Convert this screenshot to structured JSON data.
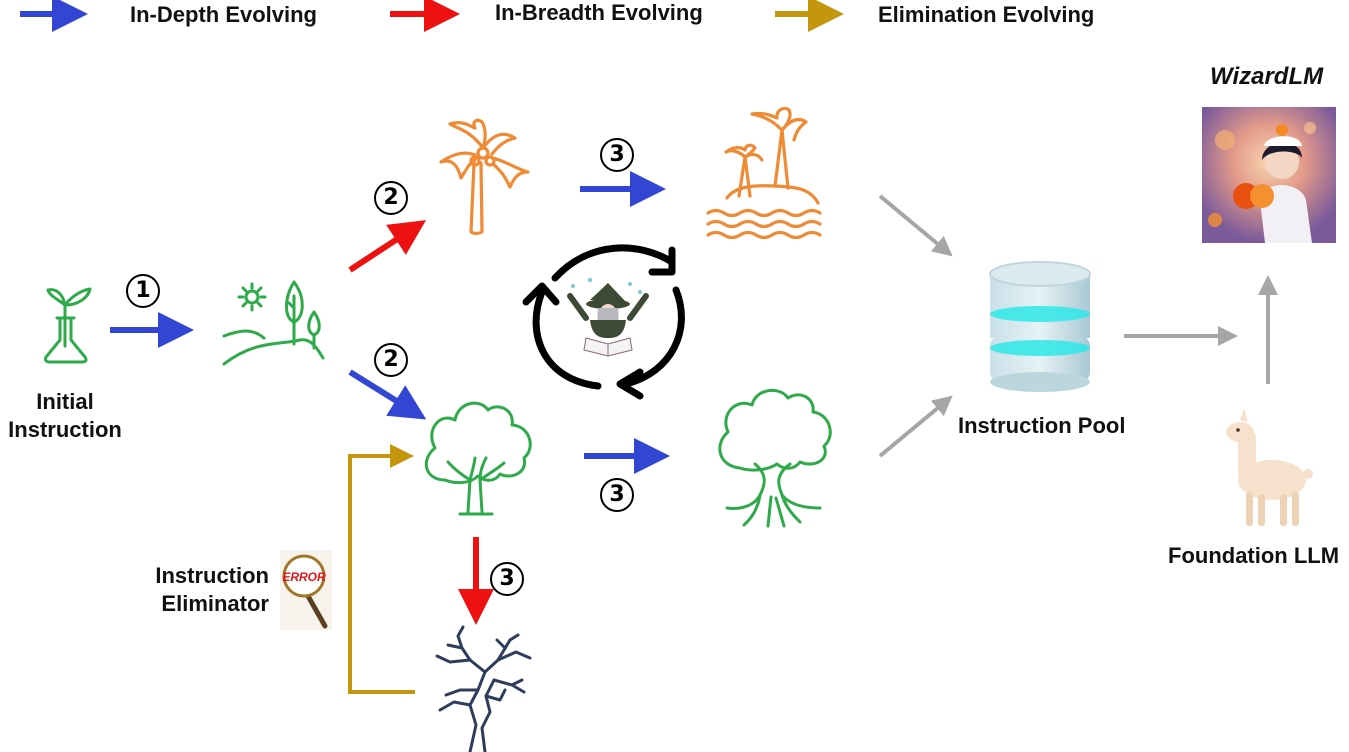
{
  "legend": [
    {
      "label": "In-Depth Evolving",
      "color": "#3346d3"
    },
    {
      "label": "In-Breadth Evolving",
      "color": "#ee1111"
    },
    {
      "label": "Elimination Evolving",
      "color": "#c4960e"
    }
  ],
  "colors": {
    "in_depth": "#3346d3",
    "in_breadth": "#ee1111",
    "elimination": "#c4960e",
    "flow": "#a6a6a6",
    "green_icon": "#2eaa4a",
    "orange_icon": "#ef8a35",
    "dead_tree": "#2e3d5c",
    "cycle": "#000000"
  },
  "nodes": {
    "initial_instruction": {
      "label_line1": "Initial",
      "label_line2": "Instruction",
      "icon": "plant-flask-icon"
    },
    "first_evolution": {
      "icon": "sun-landscape-icon"
    },
    "breadth_node": {
      "icon": "palm-tree-icon"
    },
    "depth_node": {
      "icon": "tree-icon"
    },
    "breadth_depth_node": {
      "icon": "island-icon"
    },
    "depth_depth_node": {
      "icon": "rooted-tree-icon"
    },
    "eliminated_node": {
      "icon": "dead-tree-icon"
    },
    "evolver": {
      "icon": "wizard-cycle-icon"
    },
    "instruction_eliminator": {
      "label_line1": "Instruction",
      "label_line2": "Eliminator",
      "icon": "magnifier-error-icon",
      "badge_text": "ERROR"
    },
    "instruction_pool": {
      "label": "Instruction Pool",
      "icon": "database-icon"
    },
    "foundation_llm": {
      "label": "Foundation LLM",
      "icon": "alpaca-icon"
    },
    "wizardlm": {
      "label": "WizardLM",
      "icon": "wizard-portrait-icon"
    }
  },
  "steps": {
    "step1": "1",
    "step2_breadth": "2",
    "step2_depth": "2",
    "step3_island": "3",
    "step3_rooted": "3",
    "step3_eliminate": "3"
  }
}
